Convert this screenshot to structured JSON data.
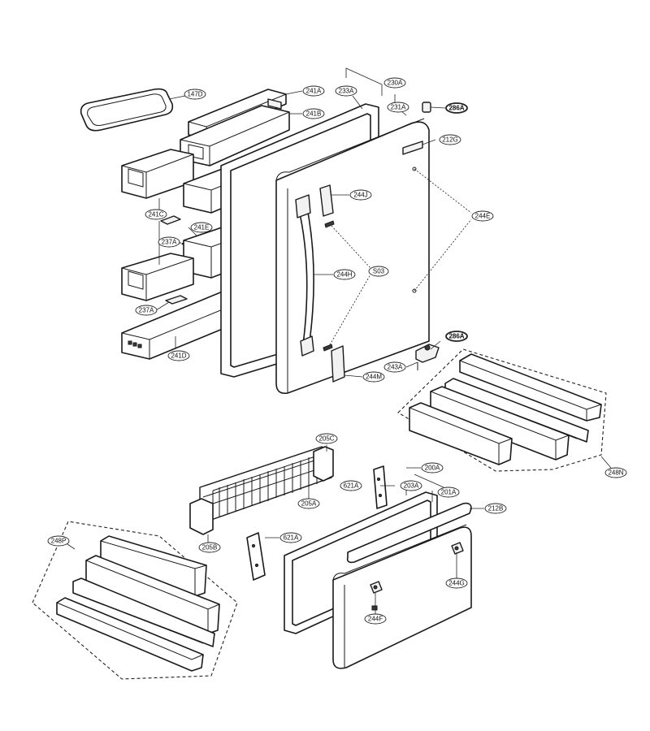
{
  "callouts": {
    "c147D": "147D",
    "c241A": "241A",
    "c233A": "233A",
    "c230A": "230A",
    "c231A": "231A",
    "c286A_top": "286A",
    "c241B": "241B",
    "c212G": "212G",
    "c244J": "244J",
    "c244E": "244E",
    "c241C": "241C",
    "c241E": "241E",
    "c237A_1": "237A",
    "cS03": "S03",
    "c244H": "244H",
    "c237A_2": "237A",
    "c286A_mid": "286A",
    "c241D": "241D",
    "c243A": "243A",
    "c244M": "244M",
    "c248N": "248N",
    "c205C": "205C",
    "c200A": "200A",
    "c621A_1": "621A",
    "c203A": "203A",
    "c201A": "201A",
    "c205A": "205A",
    "c212B": "212B",
    "c248P": "248P",
    "c205B": "205B",
    "c621A_2": "621A",
    "c244G": "244G",
    "c244F": "244F"
  },
  "colors": {
    "line": "#1a1a1a",
    "fill": "#ffffff",
    "shade": "#f2f2f2"
  }
}
